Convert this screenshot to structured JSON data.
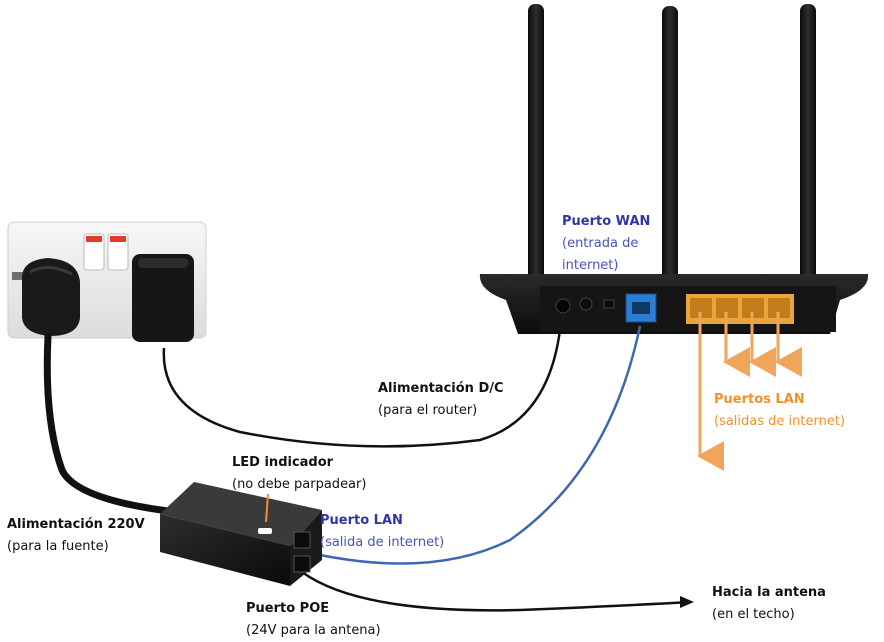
{
  "labels": {
    "wan": {
      "title": "Puerto WAN",
      "line1": "(entrada de",
      "line2": "internet)"
    },
    "dc_power": {
      "title": "Alimentación D/C",
      "sub": "(para el router)"
    },
    "lan_ports": {
      "title": "Puertos LAN",
      "sub": "(salidas de internet)"
    },
    "led": {
      "title": "LED indicador",
      "sub": "(no debe parpadear)"
    },
    "power_220": {
      "title": "Alimentación 220V",
      "sub": "(para la fuente)"
    },
    "poe_lan": {
      "title": "Puerto LAN",
      "sub": "(salida de internet)"
    },
    "poe_port": {
      "title": "Puerto POE",
      "sub": "(24V para la antena)"
    },
    "antenna": {
      "title": "Hacia la antena",
      "sub": "(en el techo)"
    }
  },
  "colors": {
    "wan_blue": "#2f35a8",
    "lan_orange": "#f0912e",
    "cable_black": "#111111",
    "lan_cable_blue": "#3d68b0"
  }
}
